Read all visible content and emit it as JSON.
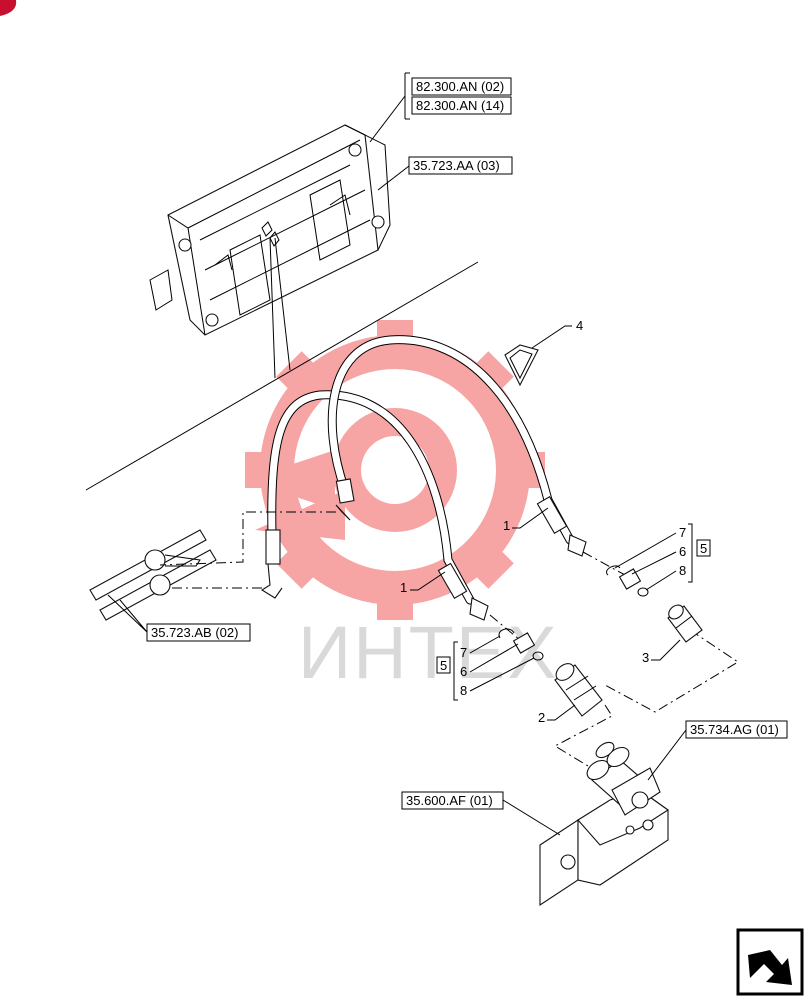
{
  "colors": {
    "watermark": "#f05a5a",
    "watermark_text": "#d9d9d9",
    "corner_badge": "#c8102e",
    "line": "#000000"
  },
  "watermark": {
    "text": "ИНТЕХ"
  },
  "refs": {
    "r1": "82.300.AN (02)",
    "r2": "82.300.AN (14)",
    "r3": "35.723.AA (03)",
    "r4": "35.723.AB (02)",
    "r5": "35.734.AG (01)",
    "r6": "35.600.AF (01)"
  },
  "callouts": {
    "hose_upper": "1",
    "hose_lower": "1",
    "coupler_left": "2",
    "coupler_right": "3",
    "clip": "4",
    "kit_right_box": "5",
    "kit_left_box": "5",
    "right_7": "7",
    "right_6": "6",
    "right_8": "8",
    "left_7": "7",
    "left_6": "6",
    "left_8": "8"
  },
  "icons": {
    "corner": "corner-badge-icon",
    "nav": "next-page-arrow-icon"
  }
}
